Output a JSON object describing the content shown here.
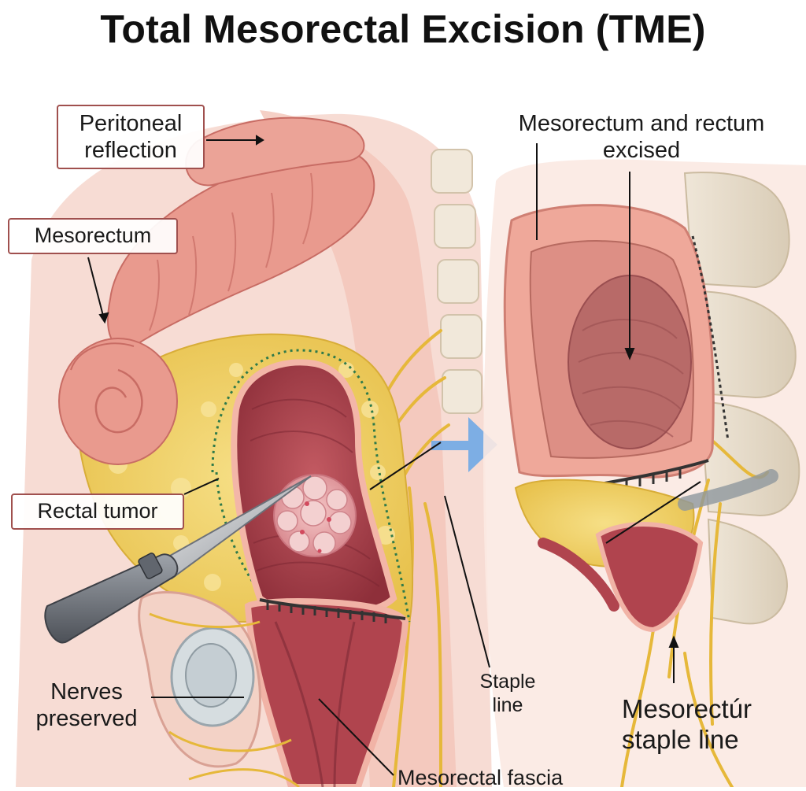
{
  "title": "Total Mesorectal Excision (TME)",
  "labels": {
    "peritoneal_line1": "Peritoneal",
    "peritoneal_line2": "reflection",
    "mesorectum": "Mesorectum",
    "rectal_tumor": "Rectal tumor",
    "nerves_line1": "Nerves",
    "nerves_line2": "preserved",
    "mesorectal_fascia": "Mesorectal fascia",
    "staple_line1": "Staple",
    "staple_line2": "line",
    "excised_line1": "Mesorectum and rectum",
    "excised_line2": "excised",
    "mesorectum_staple_line1": "Mesorectúr",
    "mesorectum_staple_line2": "staple line"
  },
  "colors": {
    "tissue_pink": "#e99a8e",
    "rectum_red": "#a8404a",
    "fat_yellow": "#f2d26a",
    "nerve_yellow": "#e6b83a",
    "arrow_blue": "#6fa8e6",
    "label_border": "#a0504e",
    "staple_green": "#2f7a4a"
  }
}
